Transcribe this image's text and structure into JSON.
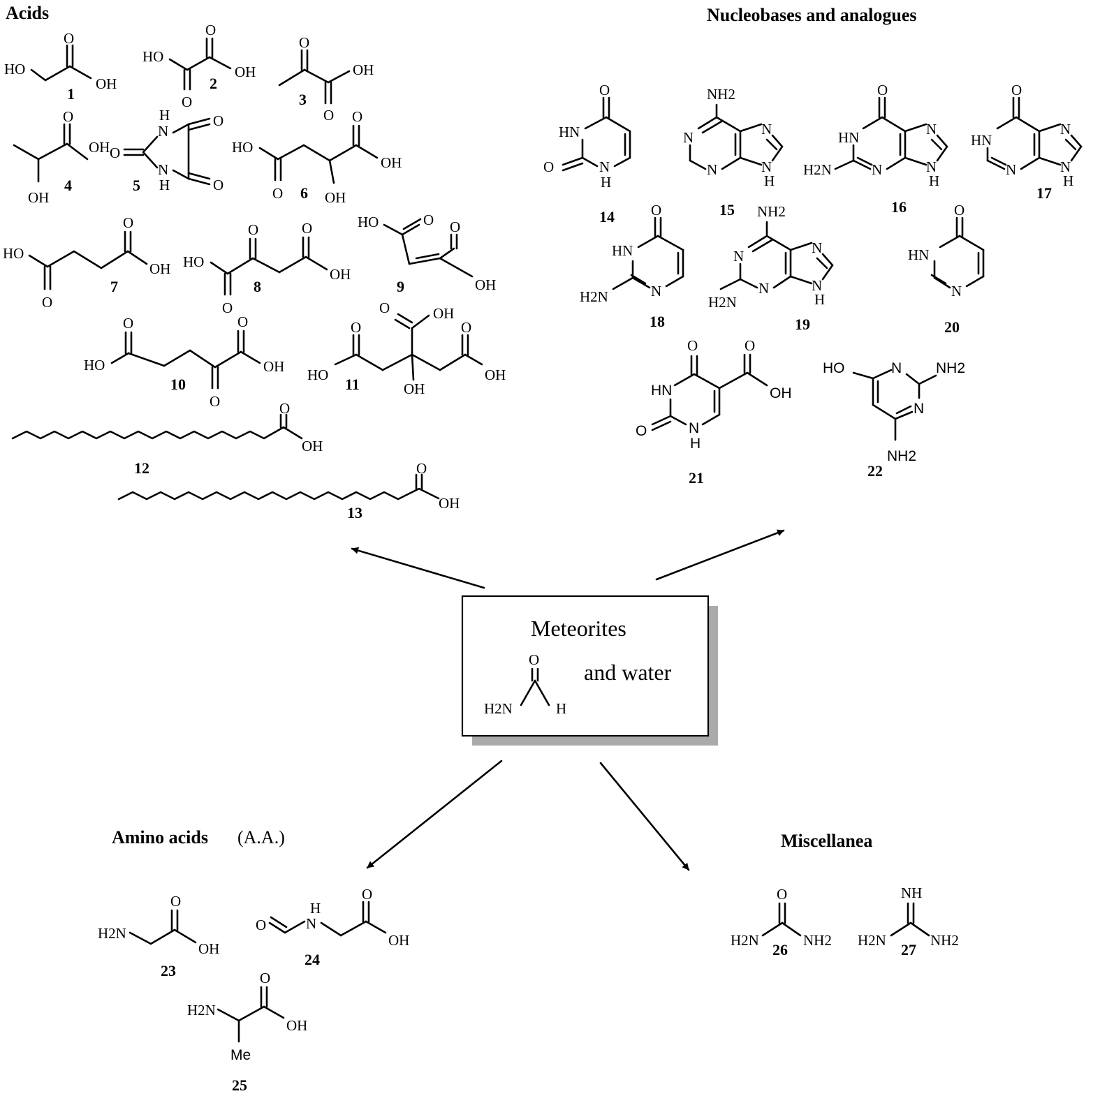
{
  "headings": {
    "acids": "Acids",
    "nucleobases": "Nucleobases and analogues",
    "amino_acids": "Amino acids",
    "amino_acids_abbr": "(A.A.)",
    "miscellanea": "Miscellanea"
  },
  "center_box": {
    "line1": "Meteorites",
    "line2": "and water",
    "formamide": {
      "O": "O",
      "H2N": "H2N",
      "H": "H"
    }
  },
  "compounds": [
    "1",
    "2",
    "3",
    "4",
    "5",
    "6",
    "7",
    "8",
    "9",
    "10",
    "11",
    "12",
    "13",
    "14",
    "15",
    "16",
    "17",
    "18",
    "19",
    "20",
    "21",
    "22",
    "23",
    "24",
    "25",
    "26",
    "27"
  ],
  "atoms": {
    "HO": "HO",
    "OH": "OH",
    "O": "O",
    "H": "H",
    "N": "N",
    "HN": "HN",
    "NH": "NH",
    "NH2": "NH2",
    "H2N": "H2N",
    "Me": "Me"
  }
}
